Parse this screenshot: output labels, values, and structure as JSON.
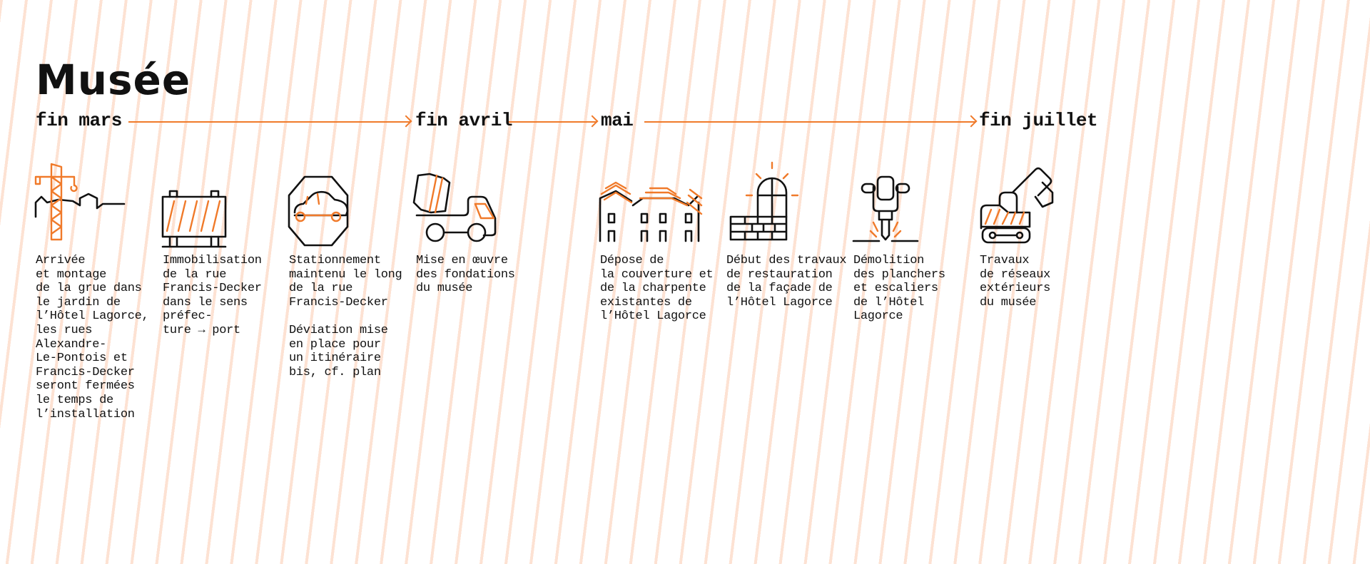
{
  "title": "Musée",
  "colors": {
    "accent": "#f07a2a",
    "stripe": "#fde2d3",
    "text": "#111111"
  },
  "timeline": {
    "milestones": [
      "fin mars",
      "fin avril",
      "mai",
      "fin juillet"
    ]
  },
  "steps": [
    {
      "icon": "crane-icon",
      "text": "Arrivée\net montage\nde la grue dans\nle jardin de\nl’Hôtel Lagorce,\nles rues\nAlexandre-\nLe-Pontois et\nFrancis-Decker\nseront fermées\nle temps de\nl’installation"
    },
    {
      "icon": "road-barrier-icon",
      "text": "Immobilisation\nde la rue\nFrancis-Decker\ndans le sens\npréfec-\nture → port"
    },
    {
      "icon": "parking-car-icon",
      "text": "Stationnement\nmaintenu le long\nde la rue\nFrancis-Decker\n\nDéviation mise\nen place pour\nun itinéraire\nbis, cf. plan"
    },
    {
      "icon": "concrete-mixer-truck-icon",
      "text": "Mise en œuvre\ndes fondations\ndu musée"
    },
    {
      "icon": "roof-removal-icon",
      "text": "Dépose de\nla couverture et\nde la charpente\nexistantes de\nl’Hôtel Lagorce"
    },
    {
      "icon": "facade-window-icon",
      "text": "Début des travaux\nde restauration\nde la façade de\nl’Hôtel Lagorce"
    },
    {
      "icon": "jackhammer-icon",
      "text": "Démolition\ndes planchers\net escaliers\nde l’Hôtel\nLagorce"
    },
    {
      "icon": "excavator-icon",
      "text": "Travaux\nde réseaux\nextérieurs\ndu musée"
    }
  ]
}
